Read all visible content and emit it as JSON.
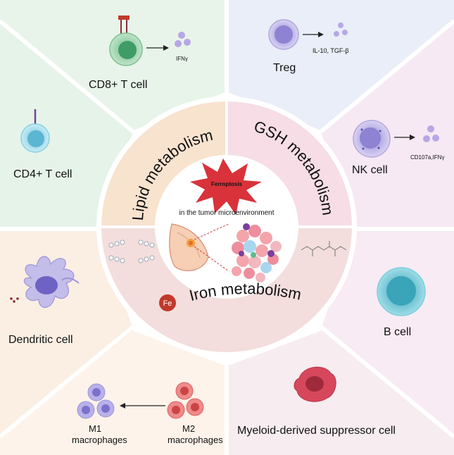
{
  "center": {
    "ferroptosis": "Ferroptosis",
    "subtitle": "in the tumor microenvironment"
  },
  "rings": {
    "lipid": "Lipid metabolism",
    "gsh": "GSH metabolism",
    "iron": "Iron metabolism",
    "fe_badge": "Fe"
  },
  "cells": {
    "cd8": {
      "label": "CD8+ T cell",
      "secretion": "IFNγ"
    },
    "treg": {
      "label": "Treg",
      "secretion": "IL-10, TGF-β"
    },
    "cd4": {
      "label": "CD4+ T cell"
    },
    "nk": {
      "label": "NK cell",
      "secretion": "CD107a,IFNγ"
    },
    "dendritic": {
      "label": "Dendritic cell"
    },
    "bcell": {
      "label": "B cell"
    },
    "m1": {
      "label_line1": "M1",
      "label_line2": "macrophages"
    },
    "m2": {
      "label_line1": "M2",
      "label_line2": "macrophages"
    },
    "mdsc": {
      "label": "Myeloid-derived suppressor cell"
    }
  },
  "colors": {
    "sector_green": "#e8f4ea",
    "sector_blue": "#e9eef8",
    "sector_pink": "#f7e9f2",
    "sector_peach": "#fbeee3",
    "ring_lipid": "#f8e3cf",
    "ring_gsh": "#f5dde4",
    "ring_iron": "#f3dedd",
    "star_red": "#d9323a"
  }
}
